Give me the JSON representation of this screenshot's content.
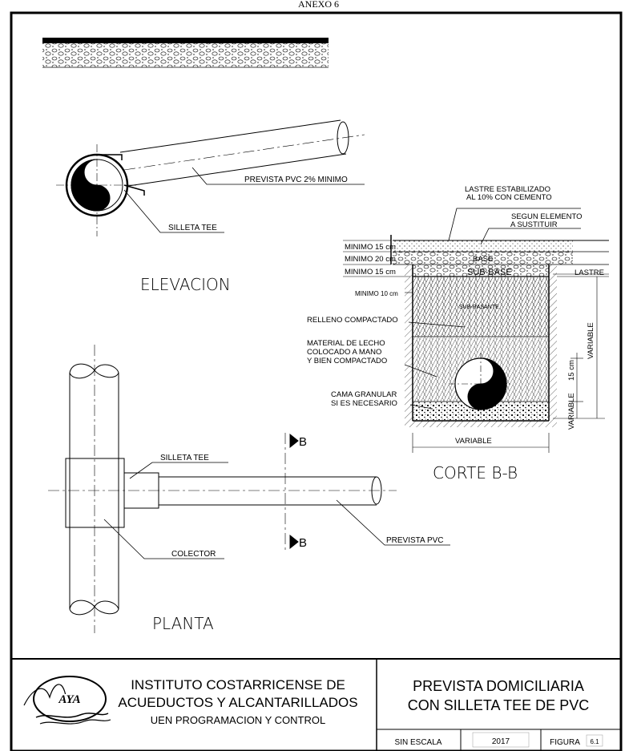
{
  "header": {
    "annex": "ANEXO 6"
  },
  "elevation": {
    "title": "ELEVACION",
    "pipe_label": "PREVISTA PVC 2% MINIMO",
    "saddle_label": "SILLETA TEE"
  },
  "section": {
    "title": "CORTE B-B",
    "top_note_1": "LASTRE ESTABILIZADO",
    "top_note_2": "AL 10% CON CEMENTO",
    "replace_note_1": "SEGUN ELEMENTO",
    "replace_note_2": "A SUSTITUIR",
    "dim_1": "MINIMO 15 cm",
    "dim_2": "MINIMO 20 cm",
    "dim_3": "MINIMO 15 cm",
    "dim_side": "MINIMO 10 cm",
    "base": "BASE",
    "sub_base": "SUB-BASE",
    "lastre": "LASTRE",
    "sub_rasante": "SUB-RASANTE",
    "relleno": "RELLENO COMPACTADO",
    "material_1": "MATERIAL DE LECHO",
    "material_2": "COLOCADO A MANO",
    "material_3": "Y BIEN COMPACTADO",
    "cama_1": "CAMA GRANULAR",
    "cama_2": "SI ES NECESARIO",
    "variable_right": "VARIABLE",
    "dim_15": "15 cm",
    "variable_small": "VARIABLE",
    "variable_bottom": "VARIABLE"
  },
  "plan": {
    "title": "PLANTA",
    "saddle_label": "SILLETA TEE",
    "pipe_label": "PREVISTA PVC",
    "collector_label": "COLECTOR",
    "cut_mark": "B"
  },
  "title_block": {
    "org_line_1": "INSTITUTO COSTARRICENSE DE",
    "org_line_2": "ACUEDUCTOS Y ALCANTARILLADOS",
    "org_line_3": "UEN PROGRAMACION Y CONTROL",
    "logo_text": "AYA",
    "drawing_title_1": "PREVISTA  DOMICILIARIA",
    "drawing_title_2": "CON  SILLETA TEE  DE  PVC",
    "scale": "SIN  ESCALA",
    "year": "2017",
    "figure_label": "FIGURA",
    "figure_number": "6.1"
  }
}
